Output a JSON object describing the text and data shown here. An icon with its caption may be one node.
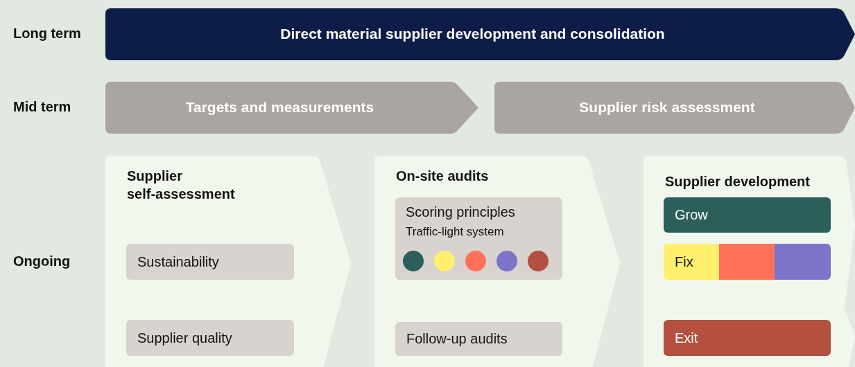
{
  "diagram": {
    "nodes": [
      {
        "text": [
          "Direct material supplier development and consolidation"
        ]
      },
      {
        "text": [
          "Targets and measurements"
        ]
      },
      {
        "text": [
          "Supplier risk assessment"
        ]
      },
      {
        "text": [
          "Supplier self-assessment"
        ]
      },
      {
        "text": [
          "Sustainability"
        ],
        "in": 3
      },
      {
        "text": [
          "Supplier quality"
        ],
        "in": 3
      },
      {
        "text": [
          "On-site audits"
        ]
      },
      {
        "text": [
          "Scoring principles",
          "Traffic-light system"
        ],
        "in": 6
      },
      {
        "text": [
          "Follow-up audits"
        ],
        "in": 6
      },
      {
        "text": [
          "Supplier development"
        ]
      },
      {
        "text": [
          "Grow"
        ],
        "in": 9
      },
      {
        "text": [
          "Fix"
        ],
        "in": 9
      },
      {
        "text": [],
        "shape": "box"
      },
      {
        "text": [
          "Exit"
        ],
        "in": 12
      }
    ],
    "edges": [],
    "labels": [
      "Long term",
      "Mid term",
      "Ongoing"
    ]
  }
}
